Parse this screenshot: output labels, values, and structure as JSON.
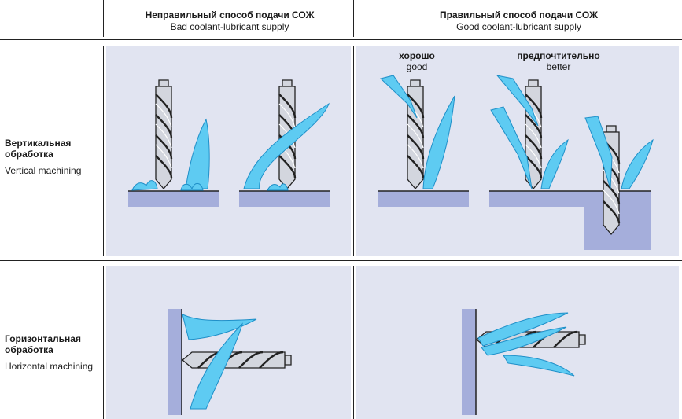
{
  "columns": [
    {
      "ru": "Неправильный способ подачи СОЖ",
      "en": "Bad coolant-lubricant supply"
    },
    {
      "ru": "Правильный способ подачи СОЖ",
      "en": "Good coolant-lubricant supply"
    }
  ],
  "rows": [
    {
      "ru": "Вертикальная обработка",
      "en": "Vertical machining"
    },
    {
      "ru": "Горизонтальная обработка",
      "en": "Horizontal machining"
    }
  ],
  "vertical_good": {
    "good": {
      "ru": "хорошо",
      "en": "good"
    },
    "better": {
      "ru": "предпочтительно",
      "en": "better"
    }
  },
  "colors": {
    "panel": "#e1e4f1",
    "workpiece": "#a5aedb",
    "coolant": "#5ecbf2",
    "coolant_edge": "#1f8fc8",
    "drill": "#d3d6de",
    "outline": "#222222"
  }
}
